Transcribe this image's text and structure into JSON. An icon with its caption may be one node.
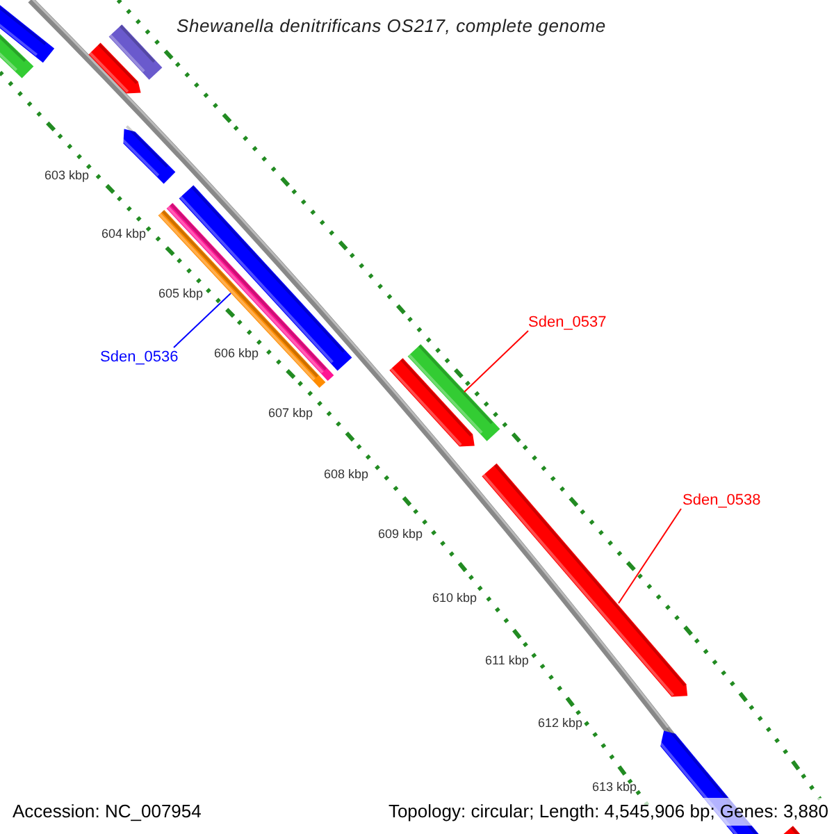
{
  "diagram": {
    "title": "Shewanella denitrificans OS217, complete genome",
    "nodes": [
      {
        "text": [
          "Sden_0537"
        ]
      },
      {
        "text": [
          "Sden_0536"
        ]
      },
      {
        "text": [
          "Sden_0538"
        ]
      },
      {
        "text": [],
        "shape": "bar"
      },
      {
        "text": [],
        "shape": "bar"
      },
      {
        "text": [],
        "shape": "bar"
      }
    ],
    "edges": [
      {
        "from": 1,
        "to": 3,
        "arrow": "none",
        "color": "#0000ff"
      },
      {
        "from": 0,
        "to": 4,
        "arrow": "none"
      },
      {
        "from": 2,
        "to": 5,
        "arrow": "none"
      }
    ],
    "labels": [
      "603 kbp",
      "604 kbp",
      "605 kbp",
      "606 kbp",
      "607 kbp",
      "608 kbp",
      "609 kbp",
      "610 kbp",
      "611 kbp",
      "612 kbp",
      "613 kbp",
      "Accession: NC_007954",
      "Topology: circular; Length: 4,545,906 bp; Genes: 3,880"
    ]
  }
}
